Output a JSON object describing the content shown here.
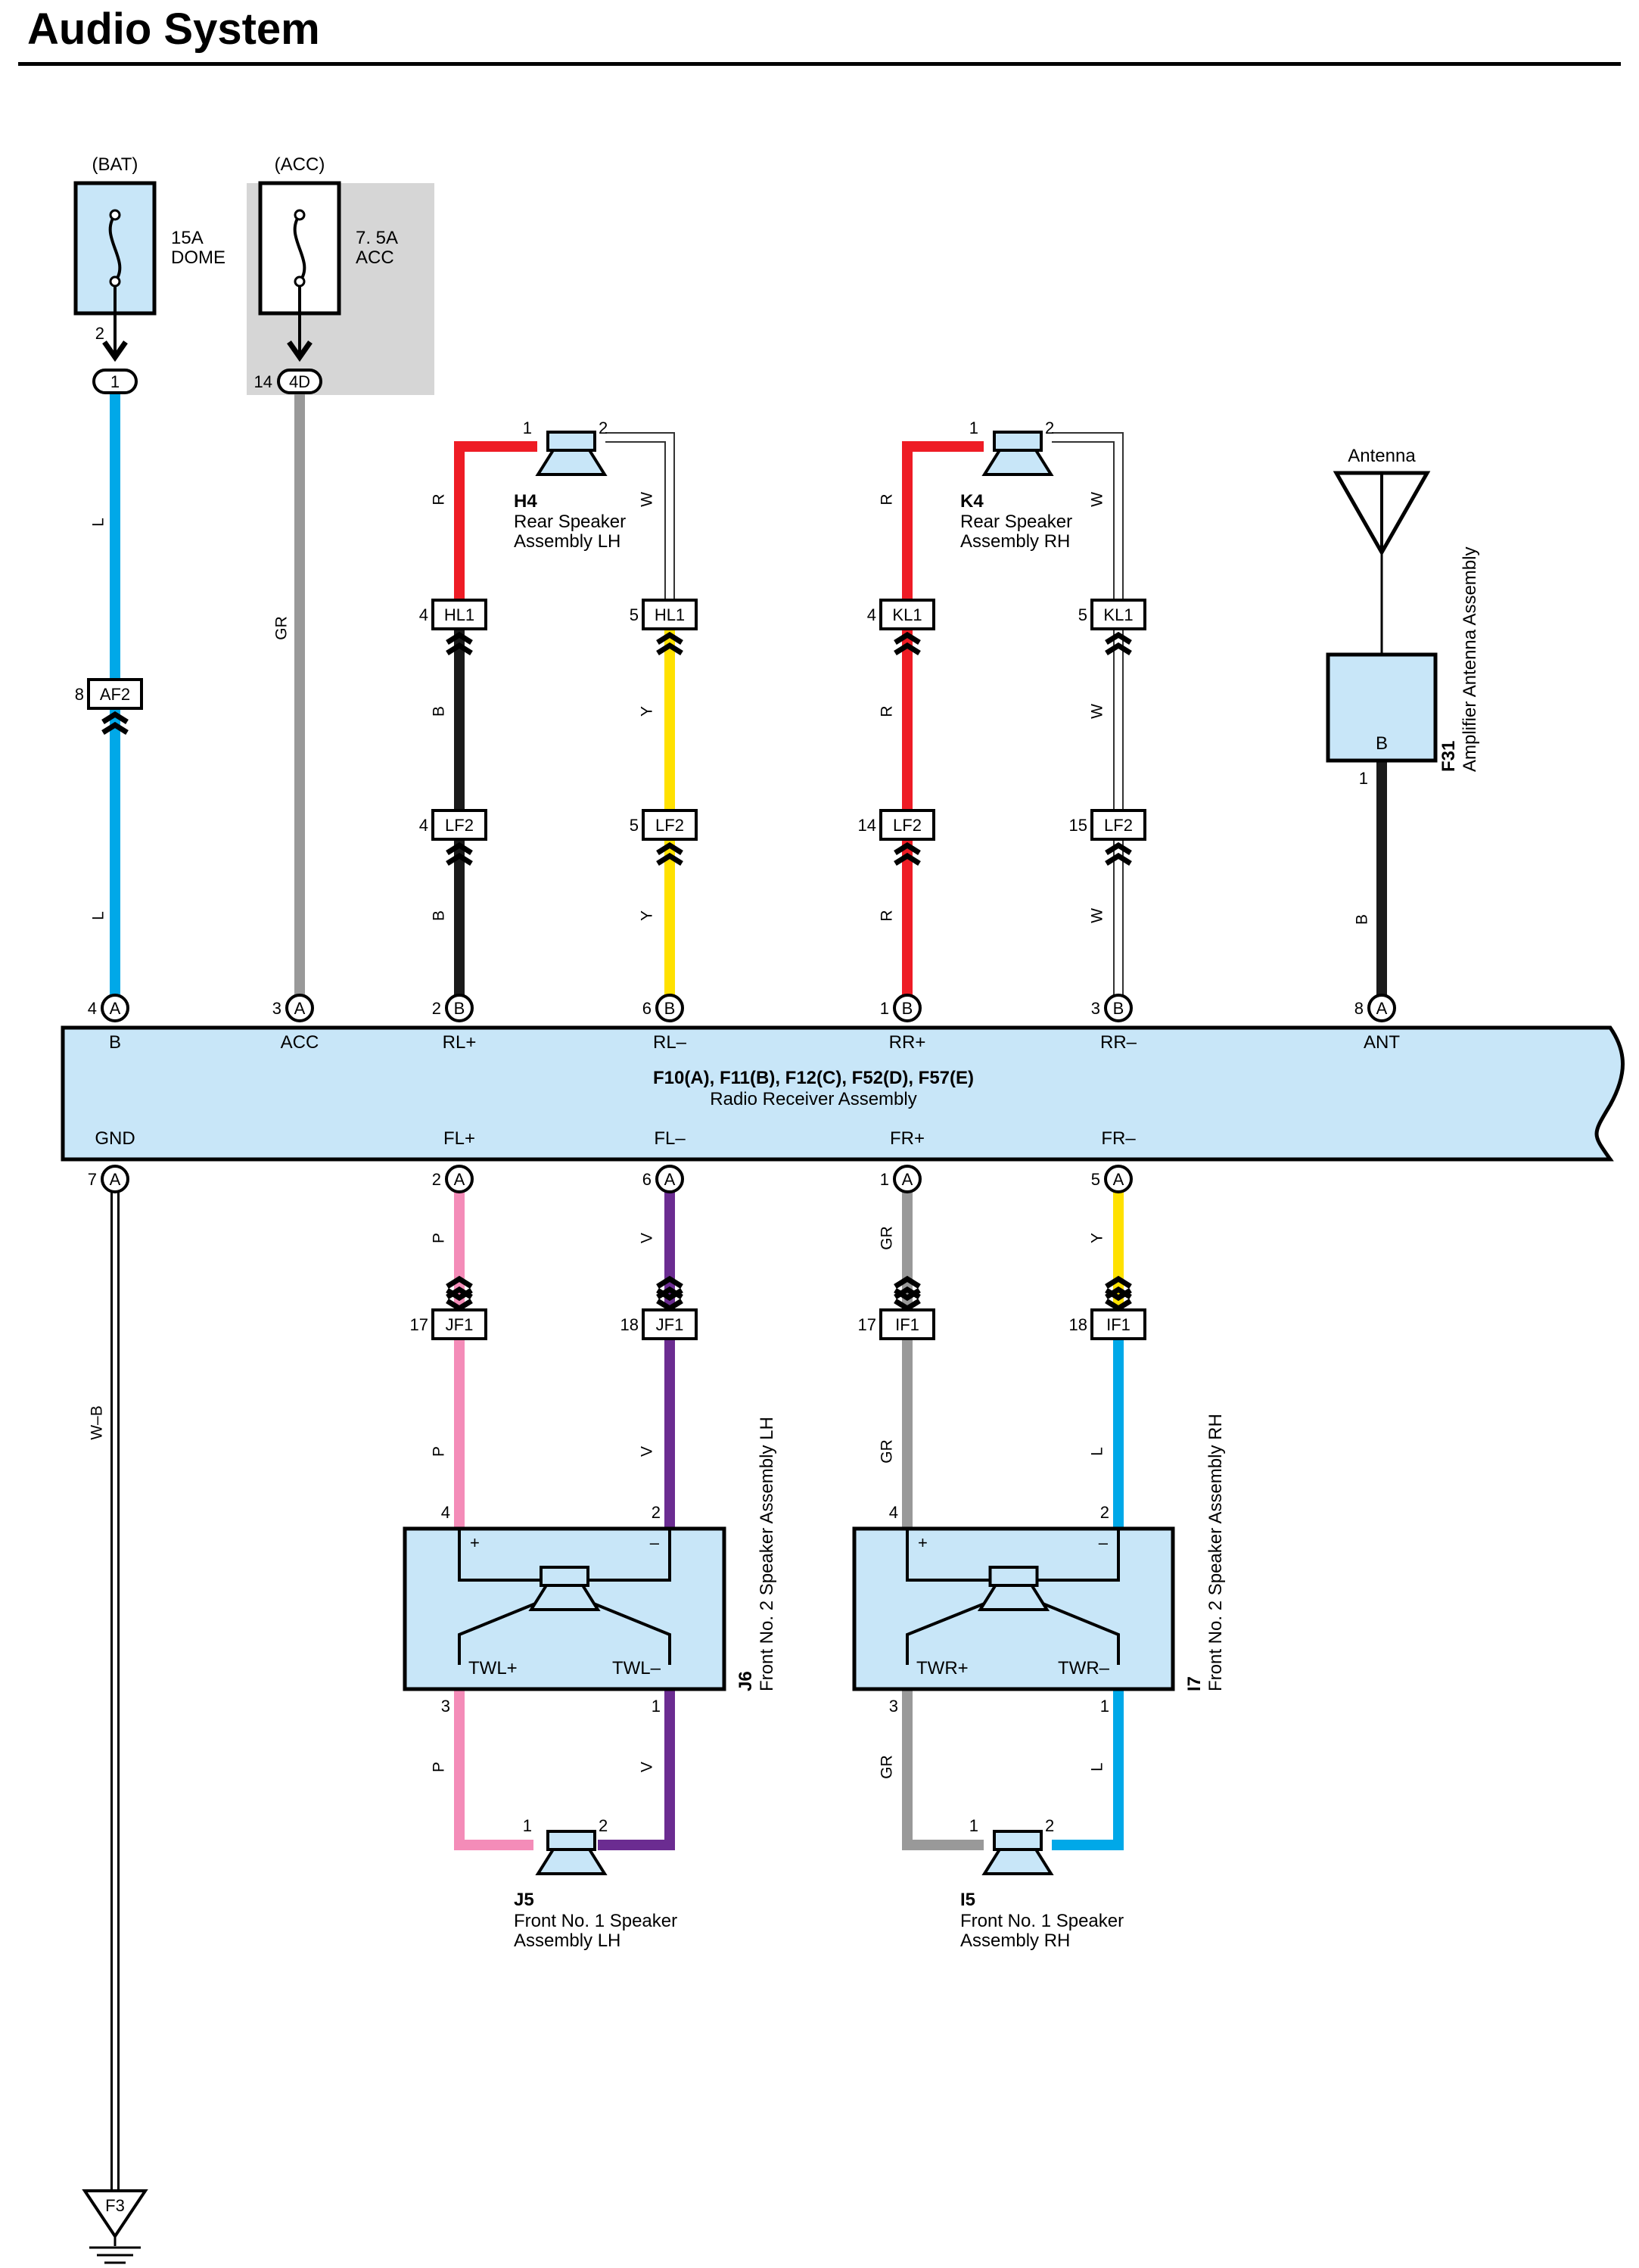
{
  "title": "Audio System",
  "colors": {
    "L": "#00a8e8",
    "GR": "#999999",
    "R": "#ee1c25",
    "B": "#1a1a1a",
    "Y": "#ffe100",
    "W": "#ffffff",
    "P": "#f48cb8",
    "V": "#6b2c91",
    "assembly_fill": "#c8e6f8",
    "shade": "#d6d6d6"
  },
  "fuses": [
    {
      "source": "(BAT)",
      "rating": "15A",
      "name": "DOME",
      "pin": "2",
      "junction": "1"
    },
    {
      "source": "(ACC)",
      "rating": "7. 5A",
      "name": "ACC",
      "pin": "14",
      "junction": "4D"
    }
  ],
  "radio": {
    "connectors": "F10(A), F11(B), F12(C), F52(D), F57(E)",
    "name": "Radio Receiver Assembly",
    "top_terminals": [
      {
        "pin": "4",
        "conn": "A",
        "label": "B"
      },
      {
        "pin": "3",
        "conn": "A",
        "label": "ACC"
      },
      {
        "pin": "2",
        "conn": "B",
        "label": "RL+"
      },
      {
        "pin": "6",
        "conn": "B",
        "label": "RL–"
      },
      {
        "pin": "1",
        "conn": "B",
        "label": "RR+"
      },
      {
        "pin": "3",
        "conn": "B",
        "label": "RR–"
      },
      {
        "pin": "8",
        "conn": "A",
        "label": "ANT"
      }
    ],
    "bottom_terminals": [
      {
        "pin": "7",
        "conn": "A",
        "label": "GND"
      },
      {
        "pin": "2",
        "conn": "A",
        "label": "FL+"
      },
      {
        "pin": "6",
        "conn": "A",
        "label": "FL–"
      },
      {
        "pin": "1",
        "conn": "A",
        "label": "FR+"
      },
      {
        "pin": "5",
        "conn": "A",
        "label": "FR–"
      }
    ]
  },
  "rear_speakers": [
    {
      "id": "H4",
      "name1": "Rear Speaker",
      "name2": "Assembly LH",
      "pin1": "1",
      "pin2": "2"
    },
    {
      "id": "K4",
      "name1": "Rear Speaker",
      "name2": "Assembly RH",
      "pin1": "1",
      "pin2": "2"
    }
  ],
  "antenna": {
    "label": "Antenna",
    "id": "F31",
    "name": "Amplifier Antenna Assembly",
    "terminal": "B",
    "pin": "1"
  },
  "front_no2": [
    {
      "id": "J6",
      "name": "Front No. 2 Speaker Assembly LH",
      "plus": "+",
      "minus": "–",
      "tw_plus": "TWL+",
      "tw_minus": "TWL–",
      "pins": [
        "4",
        "2",
        "3",
        "1"
      ]
    },
    {
      "id": "I7",
      "name": "Front No. 2 Speaker Assembly RH",
      "plus": "+",
      "minus": "–",
      "tw_plus": "TWR+",
      "tw_minus": "TWR–",
      "pins": [
        "4",
        "2",
        "3",
        "1"
      ]
    }
  ],
  "front_no1": [
    {
      "id": "J5",
      "name1": "Front No. 1 Speaker",
      "name2": "Assembly LH",
      "pin1": "1",
      "pin2": "2"
    },
    {
      "id": "I5",
      "name1": "Front No. 1 Speaker",
      "name2": "Assembly RH",
      "pin1": "1",
      "pin2": "2"
    }
  ],
  "connectors": [
    {
      "pin": "8",
      "name": "AF2"
    },
    {
      "pin": "4",
      "name": "HL1"
    },
    {
      "pin": "5",
      "name": "HL1"
    },
    {
      "pin": "4",
      "name": "KL1"
    },
    {
      "pin": "5",
      "name": "KL1"
    },
    {
      "pin": "4",
      "name": "LF2"
    },
    {
      "pin": "5",
      "name": "LF2"
    },
    {
      "pin": "14",
      "name": "LF2"
    },
    {
      "pin": "15",
      "name": "LF2"
    },
    {
      "pin": "17",
      "name": "JF1"
    },
    {
      "pin": "18",
      "name": "JF1"
    },
    {
      "pin": "17",
      "name": "IF1"
    },
    {
      "pin": "18",
      "name": "IF1"
    }
  ],
  "wire_codes": [
    "L",
    "GR",
    "R",
    "W",
    "B",
    "Y",
    "P",
    "V",
    "W–B"
  ],
  "ground": "F3"
}
